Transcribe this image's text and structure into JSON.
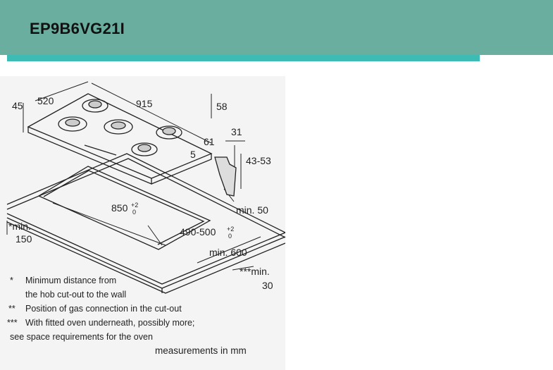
{
  "header": {
    "title": "EP9B6VG21I"
  },
  "diagram": {
    "dimensions": {
      "d45": "45",
      "d520": "520",
      "d915": "915",
      "d58": "58",
      "d31": "31",
      "d61": "61",
      "d43_53": "43-53",
      "d5": "5",
      "d850": "850",
      "d850_tol": "+2",
      "d850_tol2": "0",
      "d490_500": "490-500",
      "d490_tol": "+2",
      "d490_tol2": "0",
      "min50": "min. 50",
      "min600": "min. 600",
      "min150_a": "*min.",
      "min150_b": "150",
      "min30_a": "***min.",
      "min30_b": "30"
    },
    "notes": [
      {
        "mark": "*",
        "line1": "Minimum distance from",
        "line2": "the hob cut-out to the wall"
      },
      {
        "mark": "**",
        "line1": "Position of gas connection in the cut-out"
      },
      {
        "mark": "***",
        "line1": "With fitted oven underneath, possibly more;",
        "line2": "see space requirements for the oven"
      }
    ],
    "units": "measurements in mm"
  }
}
